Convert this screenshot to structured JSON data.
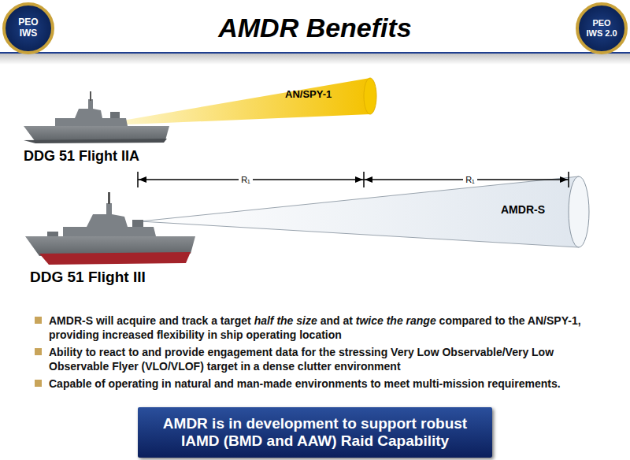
{
  "diagram": {
    "title": "AMDR Benefits",
    "nodes": [
      {
        "text": [
          "PEO IWS"
        ]
      },
      {
        "text": [
          "PEO IWS 2.0"
        ]
      },
      {
        "text": [
          "AMDR is in development to support robust IAMD (BMD and AAW) Raid Capability"
        ]
      }
    ],
    "labels": [
      "DDG 51 Flight IIA",
      "AN/SPY-1",
      "R₁",
      "R₁",
      "AMDR-S",
      "DDG 51 Flight III",
      "AMDR-S will acquire and track a target",
      "half the size",
      "and at",
      "twice the range",
      "compared to the AN/SPY-1, providing increased flexibility in ship operating location",
      "Ability to react to and provide engagement data for the stressing Very Low Observable/Very Low Observable Flyer (VLO/VLOF) target in a dense clutter environment",
      "Capable of operating in natural and man-made environments to meet multi-mission requirements."
    ]
  }
}
